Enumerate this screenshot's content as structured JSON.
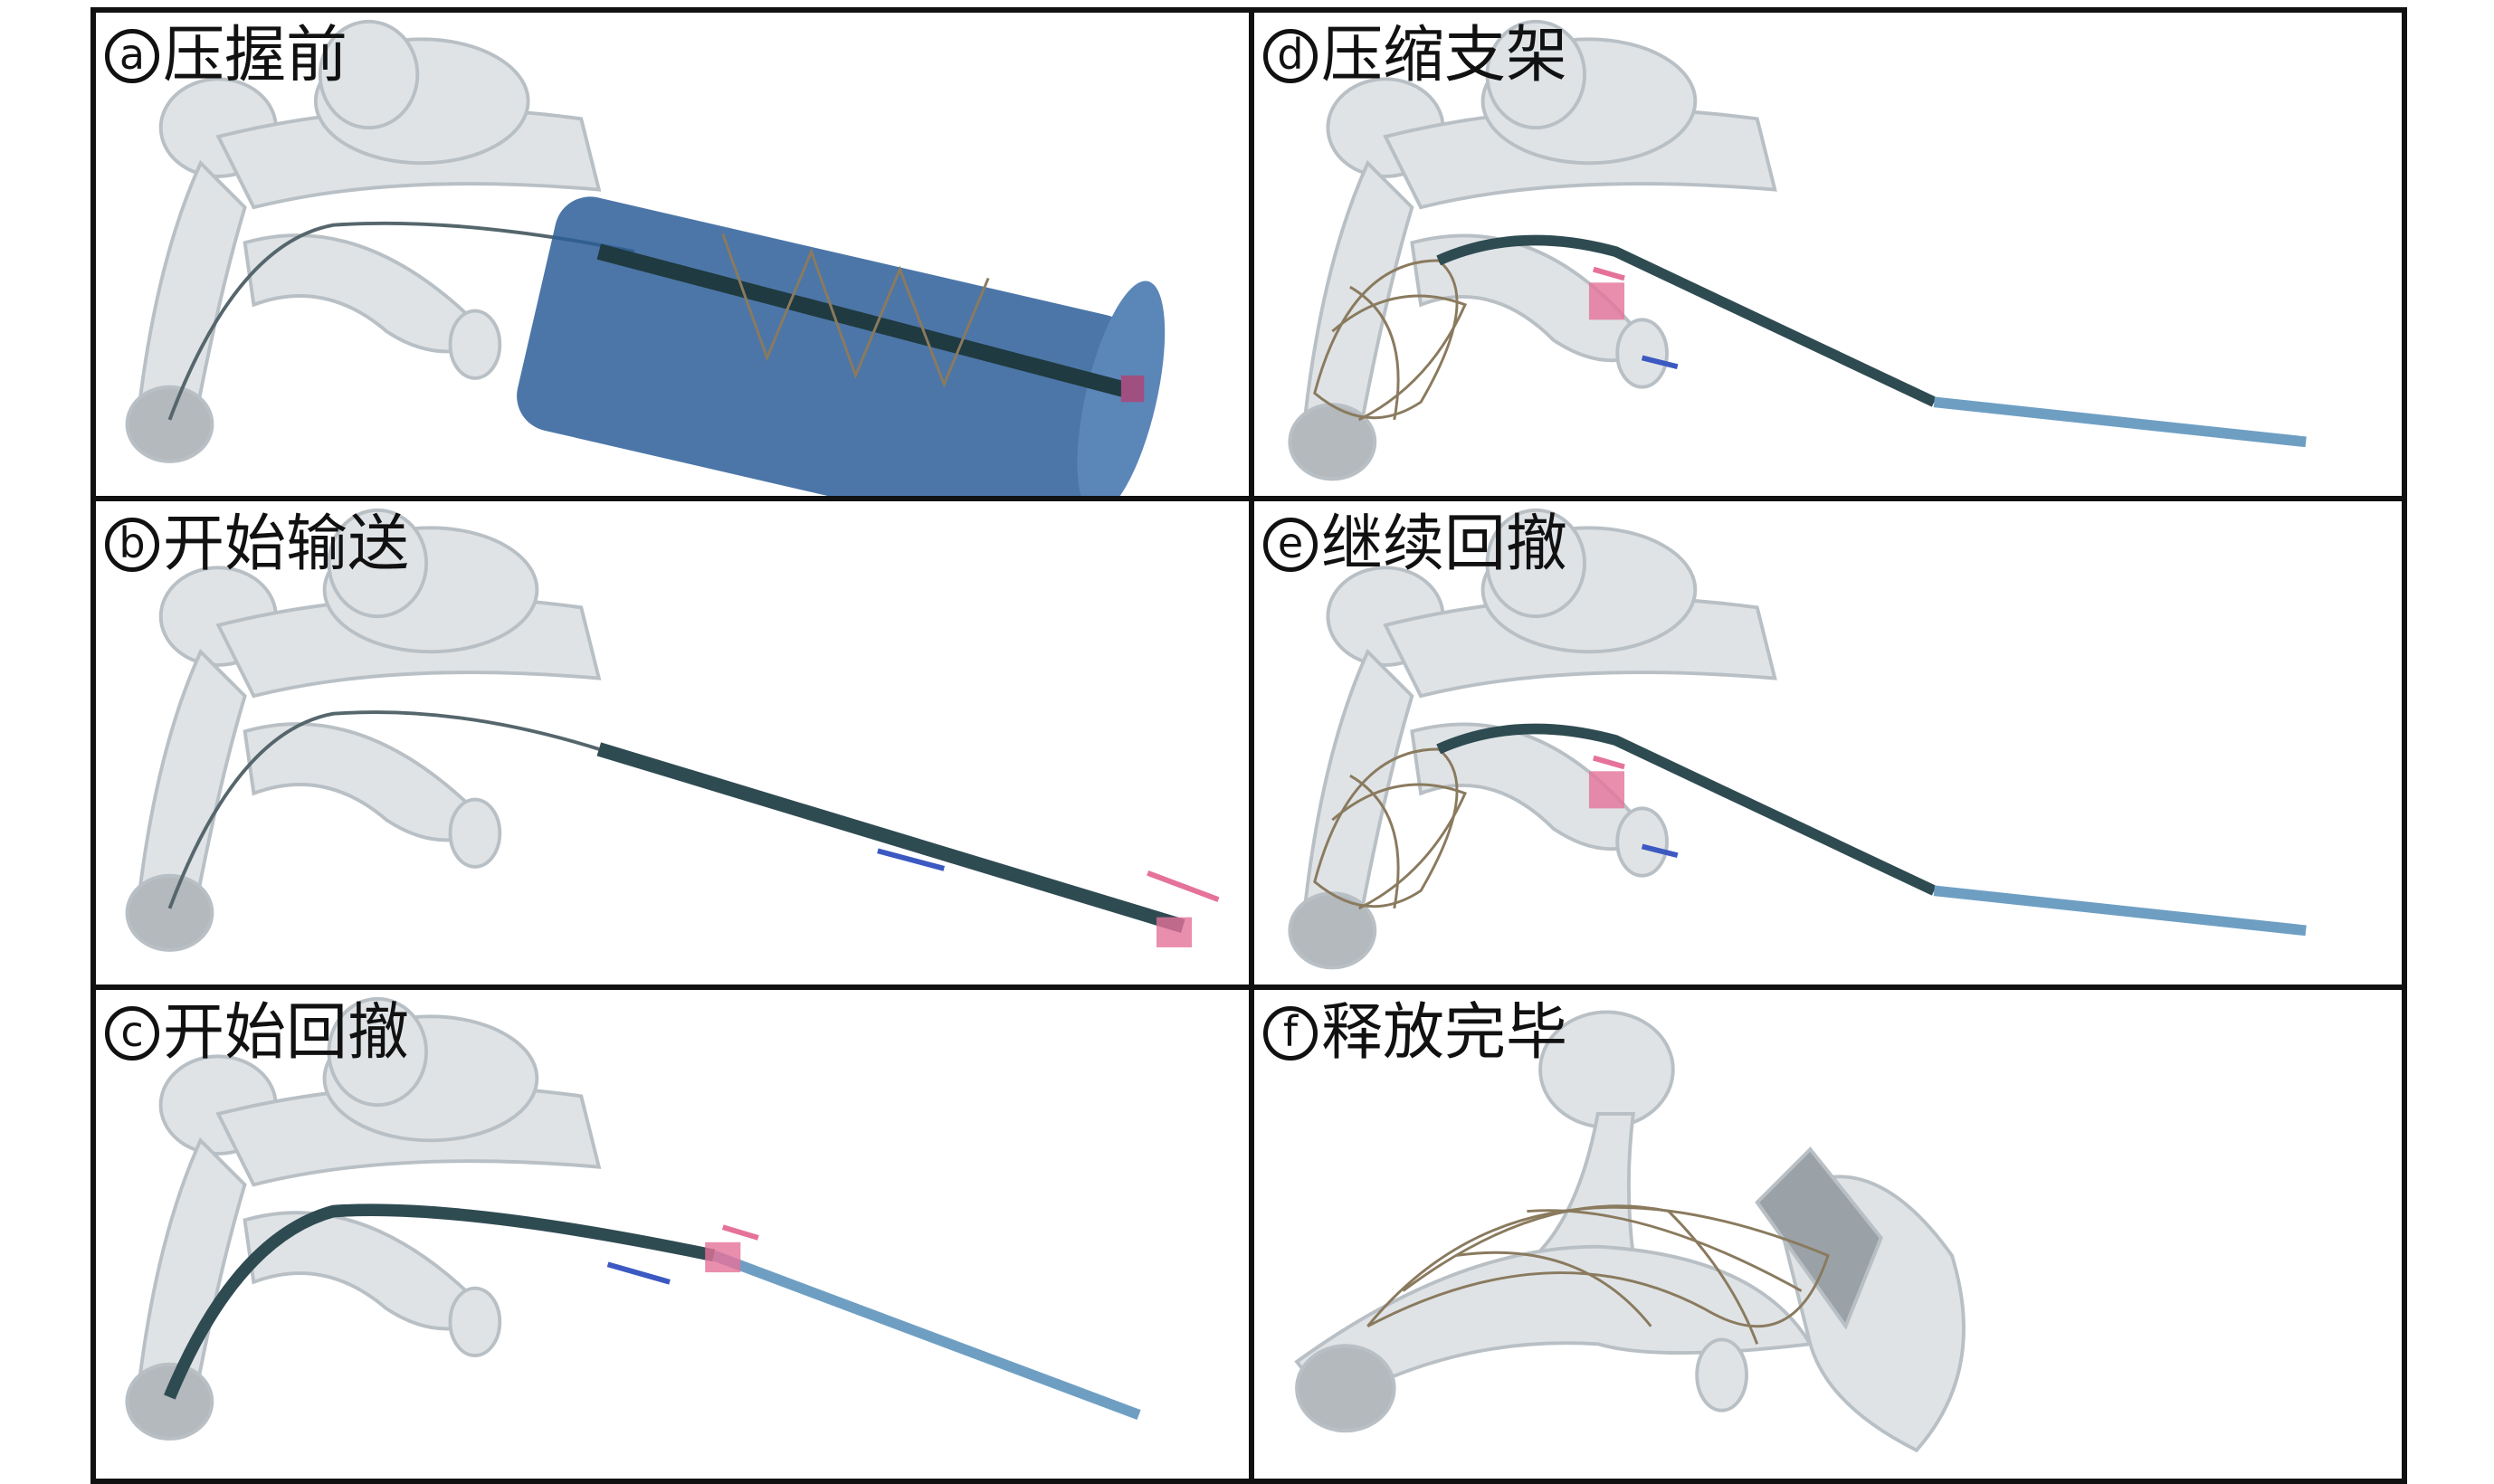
{
  "panels": [
    {
      "id": "a",
      "marker": "a",
      "label": "压握前"
    },
    {
      "id": "b",
      "marker": "b",
      "label": "开始输送"
    },
    {
      "id": "c",
      "marker": "c",
      "label": "开始回撤"
    },
    {
      "id": "d",
      "marker": "d",
      "label": "压缩支架"
    },
    {
      "id": "e",
      "marker": "e",
      "label": "继续回撤"
    },
    {
      "id": "f",
      "marker": "f",
      "label": "释放完毕"
    }
  ],
  "colors": {
    "vessel_fill": "#dfe3e6",
    "vessel_stroke": "#b9c0c5",
    "tube": "#2f4b52",
    "catheter": "#6e9fc3",
    "crimp_tube": "#2d5e98",
    "stent": "#8a7a5e",
    "marker_pink": "#e5729a",
    "arrow_pink": "#e5729a",
    "arrow_blue": "#3c59c2"
  }
}
